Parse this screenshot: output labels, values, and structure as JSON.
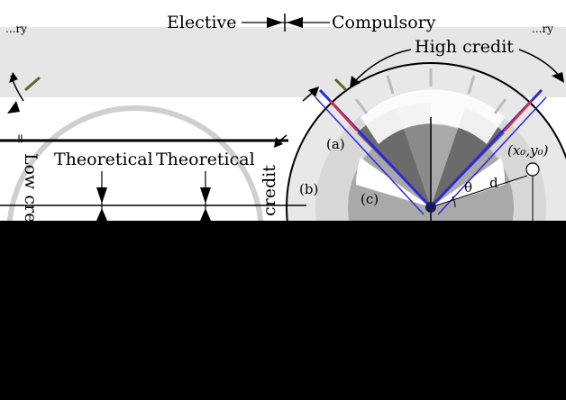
{
  "top_legend": {
    "left": "Elective",
    "right": "Compulsory"
  },
  "upper_left_fragment": "...ry",
  "upper_right_fragment": "...ry",
  "arc_labels": {
    "high": "High credit",
    "low": "Low cre",
    "credit_vertical": "credit"
  },
  "region_labels": {
    "a": "(a)",
    "b": "(b)",
    "c": "(c)"
  },
  "point_label": "(x₀,y₀)",
  "theta_label": "θ",
  "d_label": "d",
  "theoretical_labels": [
    "Theoretical",
    "Theoretical"
  ],
  "colors": {
    "blue_line": "#2b2bd6",
    "red_line": "#e0303a",
    "light_gray": "#d8d8d8",
    "mid_gray": "#a9a9a9",
    "dark_gray": "#6b6b6b",
    "white": "#ffffff",
    "black": "#000000"
  }
}
